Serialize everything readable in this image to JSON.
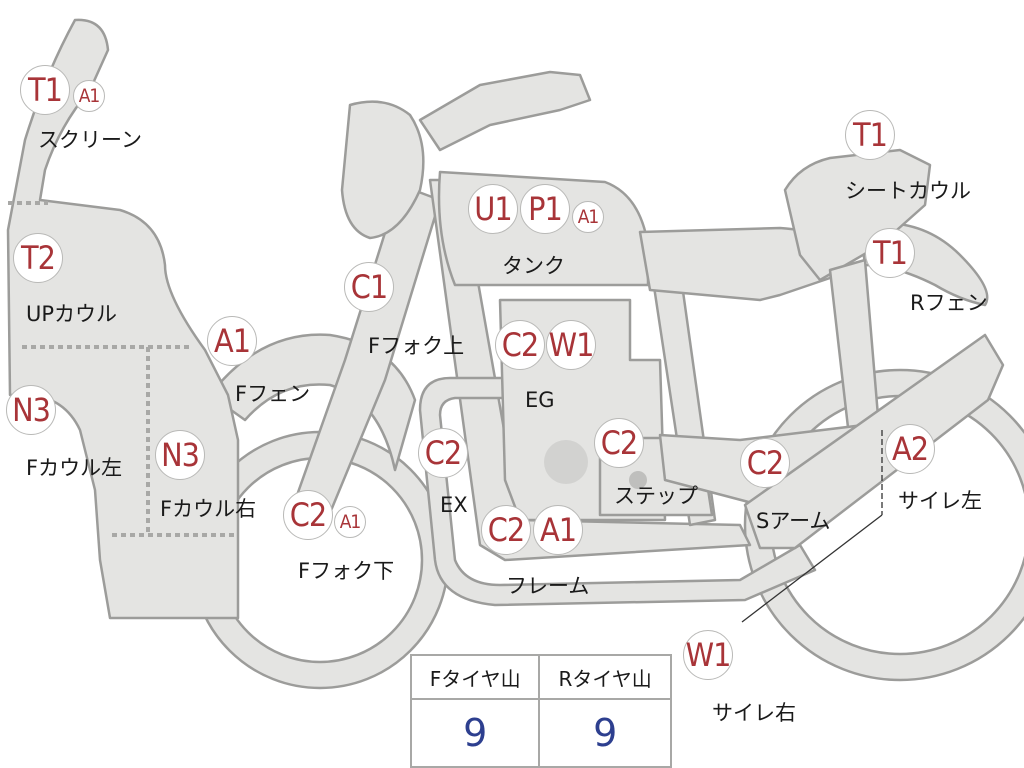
{
  "parts": [
    {
      "name": "screen",
      "codes": [
        "T1",
        "A1"
      ],
      "label": "スクリーン"
    },
    {
      "name": "up-cowl",
      "codes": [
        "T2"
      ],
      "label": "UPカウル"
    },
    {
      "name": "f-cowl-left",
      "codes": [
        "N3"
      ],
      "label": "Fカウル左"
    },
    {
      "name": "f-cowl-right",
      "codes": [
        "N3"
      ],
      "label": "Fカウル右"
    },
    {
      "name": "f-fender",
      "codes": [
        "A1"
      ],
      "label": "Fフェン"
    },
    {
      "name": "f-fork-upper",
      "codes": [
        "C1"
      ],
      "label": "Fフォク上"
    },
    {
      "name": "f-fork-lower",
      "codes": [
        "C2",
        "A1"
      ],
      "label": "Fフォク下"
    },
    {
      "name": "exhaust",
      "codes": [
        "C2"
      ],
      "label": "EX"
    },
    {
      "name": "tank",
      "codes": [
        "U1",
        "P1",
        "A1"
      ],
      "label": "タンク"
    },
    {
      "name": "engine",
      "codes": [
        "C2",
        "W1"
      ],
      "label": "EG"
    },
    {
      "name": "step",
      "codes": [
        "C2"
      ],
      "label": "ステップ"
    },
    {
      "name": "frame",
      "codes": [
        "C2",
        "A1"
      ],
      "label": "フレーム"
    },
    {
      "name": "swing-arm",
      "codes": [
        "C2"
      ],
      "label": "Sアーム"
    },
    {
      "name": "seat-cowl",
      "codes": [
        "T1"
      ],
      "label": "シートカウル"
    },
    {
      "name": "r-fender",
      "codes": [
        "T1"
      ],
      "label": "Rフェン"
    },
    {
      "name": "silencer-left",
      "codes": [
        "A2"
      ],
      "label": "サイレ左"
    },
    {
      "name": "silencer-right",
      "codes": [
        "W1"
      ],
      "label": "サイレ右"
    }
  ],
  "tire_tread": {
    "front_label": "Fタイヤ山",
    "rear_label": "Rタイヤ山",
    "front_value": "9",
    "rear_value": "9"
  }
}
